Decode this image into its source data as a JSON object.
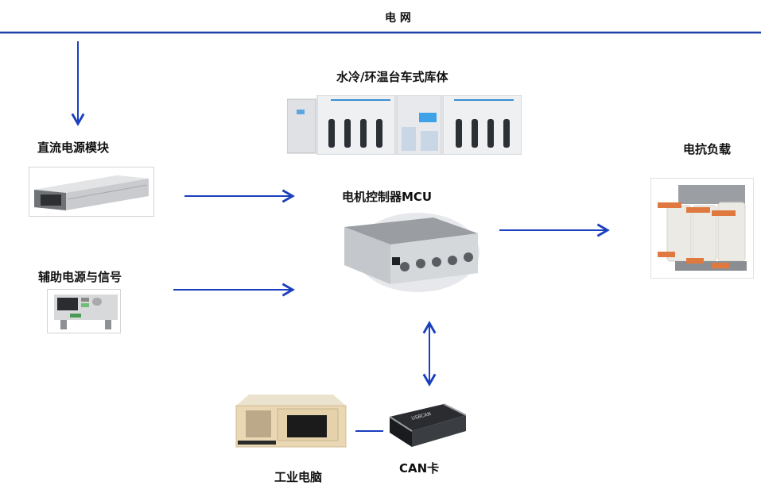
{
  "diagram": {
    "grid": {
      "label": "电 网",
      "line_color": "#1c3fa8"
    },
    "arrow_color": "#1a3fbf",
    "nodes": {
      "dc_power": {
        "label": "直流电源模块",
        "image": "dc-power-module-photo"
      },
      "aux_power": {
        "label": "辅助电源与信号",
        "image": "aux-power-signal-instrument-photo"
      },
      "chamber": {
        "label": "水冷/环温台车式库体",
        "image": "water-cooled-chamber-photo"
      },
      "mcu": {
        "label": "电机控制器MCU",
        "image": "motor-controller-photo"
      },
      "load": {
        "label": "电抗负载",
        "image": "reactor-load-photo"
      },
      "ipc": {
        "label": "工业电脑",
        "image": "industrial-pc-photo"
      },
      "can": {
        "label": "CAN卡",
        "image": "can-card-photo"
      }
    },
    "connections": [
      {
        "from": "grid",
        "to": "dc_power",
        "type": "arrow"
      },
      {
        "from": "dc_power",
        "to": "mcu",
        "type": "arrow"
      },
      {
        "from": "aux_power",
        "to": "mcu",
        "type": "arrow"
      },
      {
        "from": "mcu",
        "to": "load",
        "type": "arrow"
      },
      {
        "from": "mcu",
        "to": "can",
        "type": "bidirectional"
      },
      {
        "from": "ipc",
        "to": "can",
        "type": "line"
      }
    ]
  }
}
